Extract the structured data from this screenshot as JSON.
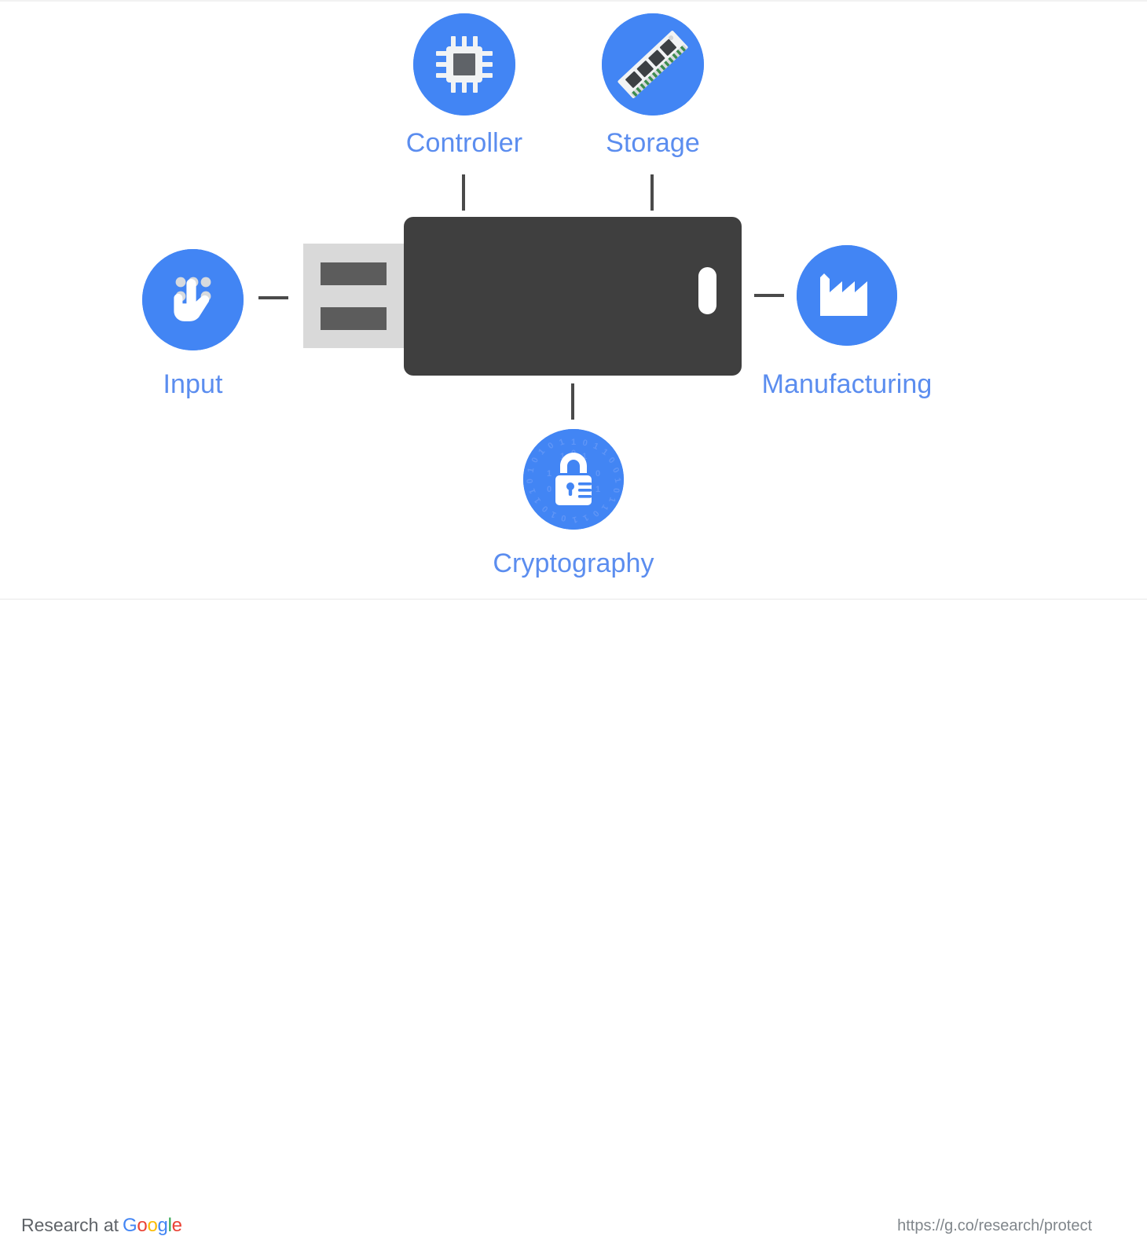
{
  "page": {
    "background": "#ffffff",
    "accent_blue": "#4285f4",
    "label_blue": "#5b8def",
    "device_dark": "#3f3f3f",
    "connector_gray": "#4a4a4a"
  },
  "diagram": {
    "device": {
      "name": "usb-security-key",
      "connector_color": "#d9d9d9",
      "body_color": "#3f3f3f"
    },
    "nodes": [
      {
        "id": "controller",
        "label": "Controller",
        "icon": "cpu-chip-icon",
        "position": "top-left-of-center"
      },
      {
        "id": "storage",
        "label": "Storage",
        "icon": "memory-ram-icon",
        "position": "top-right-of-center"
      },
      {
        "id": "input",
        "label": "Input",
        "icon": "hand-touch-pin-icon",
        "position": "left"
      },
      {
        "id": "manufacturing",
        "label": "Manufacturing",
        "icon": "factory-icon",
        "position": "right"
      },
      {
        "id": "cryptography",
        "label": "Cryptography",
        "icon": "padlock-binary-icon",
        "position": "bottom"
      }
    ]
  },
  "footer": {
    "brand_prefix": "Research at",
    "google_letters": [
      {
        "char": "G",
        "color": "#4285f4"
      },
      {
        "char": "o",
        "color": "#ea4335"
      },
      {
        "char": "o",
        "color": "#fbbc05"
      },
      {
        "char": "g",
        "color": "#4285f4"
      },
      {
        "char": "l",
        "color": "#34a853"
      },
      {
        "char": "e",
        "color": "#ea4335"
      }
    ],
    "url": "https://g.co/research/protect"
  }
}
